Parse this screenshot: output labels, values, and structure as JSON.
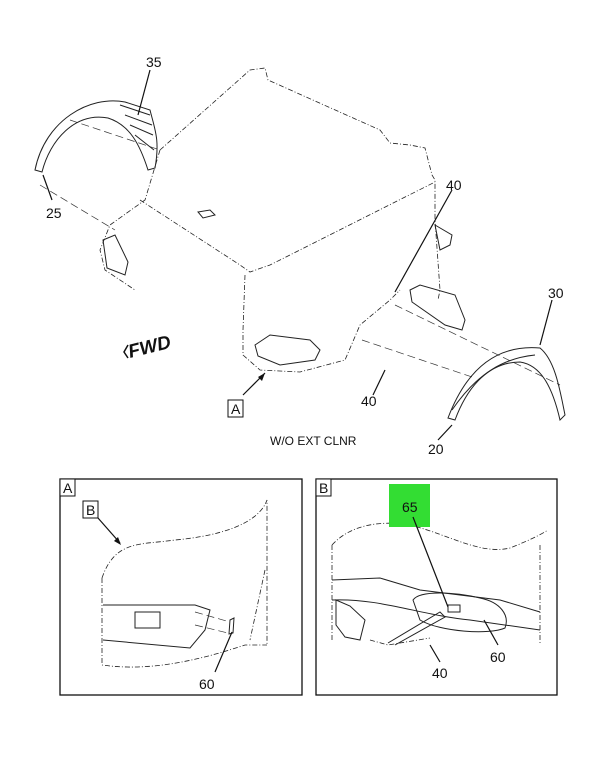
{
  "main_view": {
    "callouts": {
      "c35": "35",
      "c25": "25",
      "c40_top": "40",
      "c30": "30",
      "c40_bottom": "40",
      "c20": "20"
    },
    "view_ref_a": "A",
    "fwd_label": "FWD",
    "caption": "W/O EXT CLNR"
  },
  "detail_a": {
    "title": "A",
    "view_ref_b": "B",
    "callouts": {
      "c60": "60"
    }
  },
  "detail_b": {
    "title": "B",
    "callouts": {
      "c65": "65",
      "c60": "60",
      "c40": "40"
    },
    "highlight_color": "#33dd33"
  }
}
